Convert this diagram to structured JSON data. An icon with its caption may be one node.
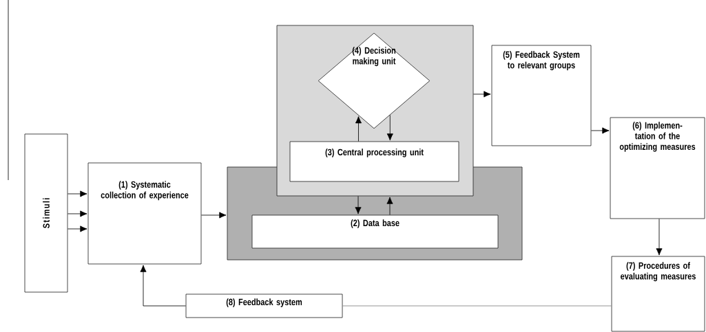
{
  "diagram": {
    "nodes": [
      {
        "text": [
          "Stimuli"
        ]
      },
      {
        "text": [
          "(1) Systematic collection of experience"
        ]
      },
      {
        "text": [],
        "shape": "box"
      },
      {
        "text": [
          "(2) Data base"
        ],
        "in": 2
      },
      {
        "text": [],
        "shape": "box"
      },
      {
        "text": [
          "(4) Decision making unit"
        ],
        "in": 4
      },
      {
        "text": [
          "(3) Central processing unit"
        ],
        "in": 4
      },
      {
        "text": [
          "(5) Feedback System to relevant groups"
        ]
      },
      {
        "text": [
          "(6) Implemen-tation of the optimizing measures"
        ]
      },
      {
        "text": [
          "(7) Procedures of evaluating measures"
        ]
      },
      {
        "text": [
          "(8) Feedback system"
        ]
      }
    ],
    "edges": [
      {
        "from": 0,
        "to": 1,
        "arrow": "to"
      },
      {
        "from": 0,
        "to": 1,
        "arrow": "to"
      },
      {
        "from": 0,
        "to": 1,
        "arrow": "to"
      },
      {
        "from": 1,
        "to": 2,
        "arrow": "to"
      },
      {
        "from": 6,
        "to": 5,
        "arrow": "to"
      },
      {
        "from": 5,
        "to": 6,
        "arrow": "to"
      },
      {
        "from": 4,
        "to": 3,
        "arrow": "to"
      },
      {
        "from": 3,
        "to": 4,
        "arrow": "to"
      },
      {
        "from": 4,
        "to": 7,
        "arrow": "to"
      },
      {
        "from": 7,
        "to": 8,
        "arrow": "to"
      },
      {
        "from": 8,
        "to": 9,
        "arrow": "to"
      },
      {
        "from": 9,
        "to": 10,
        "arrow": "none",
        "color": "#808080"
      },
      {
        "from": 10,
        "to": 1,
        "arrow": "to"
      }
    ]
  }
}
